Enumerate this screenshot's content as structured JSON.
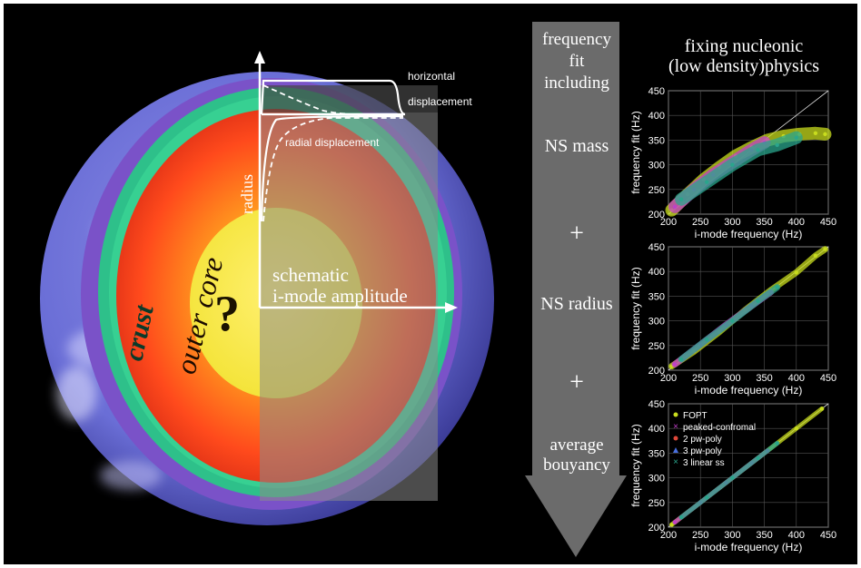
{
  "star": {
    "crust_label": "crust",
    "outer_core_label": "outer core",
    "question_mark": "?",
    "radius_label": "radius",
    "horizontal_displacement_label": [
      "horizontal",
      "displacement"
    ],
    "radial_displacement_label": "radial displacement",
    "schematic_label": [
      "schematic",
      "i-mode amplitude"
    ]
  },
  "flow": {
    "header": [
      "frequency",
      "fit",
      "including"
    ],
    "step1": "NS mass",
    "plus1": "+",
    "step2": "NS radius",
    "plus2": "+",
    "step3": [
      "average",
      "bouyancy"
    ]
  },
  "panel_title": [
    "fixing nucleonic",
    "(low density)physics"
  ],
  "legend": [
    {
      "label": "FOPT",
      "color": "#c8dc1e",
      "marker": "dot"
    },
    {
      "label": "peaked-confromal",
      "color": "#c040c8",
      "marker": "x"
    },
    {
      "label": "2 pw-poly",
      "color": "#e0483a",
      "marker": "dot"
    },
    {
      "label": "3 pw-poly",
      "color": "#4870e0",
      "marker": "triangle"
    },
    {
      "label": "3 linear ss",
      "color": "#2aa58c",
      "marker": "x"
    }
  ],
  "chart_data": [
    {
      "type": "scatter",
      "xlabel": "i-mode frequency (Hz)",
      "ylabel": "frequency fit (Hz)",
      "xlim": [
        200,
        450
      ],
      "ylim": [
        200,
        450
      ],
      "xticks": [
        200,
        250,
        300,
        350,
        400,
        450
      ],
      "yticks": [
        200,
        250,
        300,
        350,
        400,
        450
      ],
      "grid": true,
      "series": [
        {
          "name": "FOPT",
          "x": [
            205,
            230,
            255,
            280,
            305,
            330,
            355,
            380,
            405,
            430,
            445
          ],
          "y": [
            208,
            240,
            270,
            295,
            318,
            335,
            350,
            358,
            362,
            364,
            362
          ]
        },
        {
          "name": "peaked-confromal",
          "x": [
            210,
            240,
            270,
            300,
            330,
            350
          ],
          "y": [
            215,
            250,
            280,
            305,
            330,
            345
          ]
        },
        {
          "name": "3 linear ss",
          "x": [
            220,
            260,
            300,
            340,
            370,
            400
          ],
          "y": [
            230,
            265,
            300,
            330,
            340,
            355
          ]
        }
      ]
    },
    {
      "type": "scatter",
      "xlabel": "i-mode frequency (Hz)",
      "ylabel": "frequency fit (Hz)",
      "xlim": [
        200,
        450
      ],
      "ylim": [
        200,
        450
      ],
      "xticks": [
        200,
        250,
        300,
        350,
        400,
        450
      ],
      "yticks": [
        200,
        250,
        300,
        350,
        400,
        450
      ],
      "grid": true,
      "series": [
        {
          "name": "FOPT",
          "x": [
            205,
            240,
            280,
            320,
            360,
            400,
            430,
            445
          ],
          "y": [
            208,
            238,
            278,
            322,
            362,
            398,
            432,
            445
          ]
        },
        {
          "name": "peaked-confromal",
          "x": [
            210,
            250,
            290,
            330,
            360
          ],
          "y": [
            212,
            252,
            292,
            330,
            358
          ]
        },
        {
          "name": "3 linear ss",
          "x": [
            220,
            260,
            300,
            340,
            370
          ],
          "y": [
            222,
            262,
            300,
            340,
            368
          ]
        }
      ]
    },
    {
      "type": "scatter",
      "xlabel": "i-mode frequency (Hz)",
      "ylabel": "frequency fit (Hz)",
      "xlim": [
        200,
        450
      ],
      "ylim": [
        200,
        450
      ],
      "xticks": [
        200,
        250,
        300,
        350,
        400,
        450
      ],
      "yticks": [
        200,
        250,
        300,
        350,
        400,
        450
      ],
      "grid": true,
      "legend_position": "top-left",
      "series": [
        {
          "name": "FOPT",
          "x": [
            205,
            250,
            300,
            350,
            400,
            440
          ],
          "y": [
            205,
            250,
            300,
            350,
            400,
            440
          ]
        },
        {
          "name": "peaked-confromal",
          "x": [
            210,
            250,
            290,
            330,
            355
          ],
          "y": [
            210,
            250,
            290,
            330,
            355
          ]
        },
        {
          "name": "3 linear ss",
          "x": [
            220,
            260,
            300,
            340,
            370
          ],
          "y": [
            220,
            260,
            300,
            340,
            370
          ]
        }
      ]
    }
  ]
}
